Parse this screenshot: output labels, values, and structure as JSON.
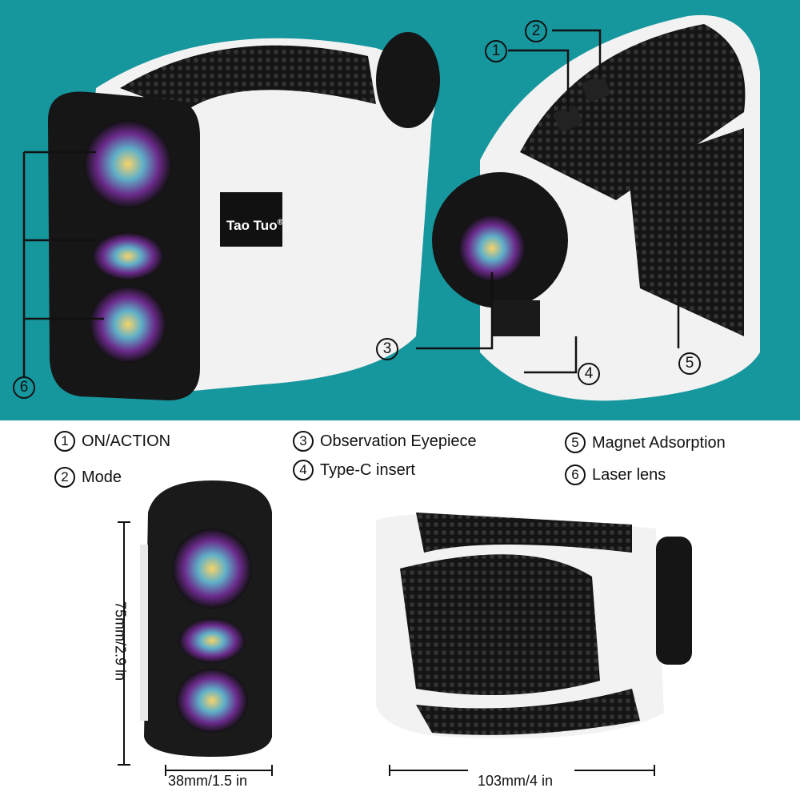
{
  "brand": "Tao Tuo",
  "brand_mark": "®",
  "colors": {
    "background_top": "#16969d",
    "device_body": "#f4f4f4",
    "device_grip": "#151515"
  },
  "callouts": [
    "1",
    "2",
    "3",
    "4",
    "5",
    "6"
  ],
  "legend": [
    {
      "num": "1",
      "label": "ON/ACTION"
    },
    {
      "num": "2",
      "label": "Mode"
    },
    {
      "num": "3",
      "label": "Observation Eyepiece"
    },
    {
      "num": "4",
      "label": "Type-C insert"
    },
    {
      "num": "5",
      "label": "Magnet Adsorption"
    },
    {
      "num": "6",
      "label": "Laser lens"
    }
  ],
  "dimensions": {
    "height": "75mm/2.9 in",
    "width": "38mm/1.5 in",
    "length": "103mm/4 in"
  }
}
